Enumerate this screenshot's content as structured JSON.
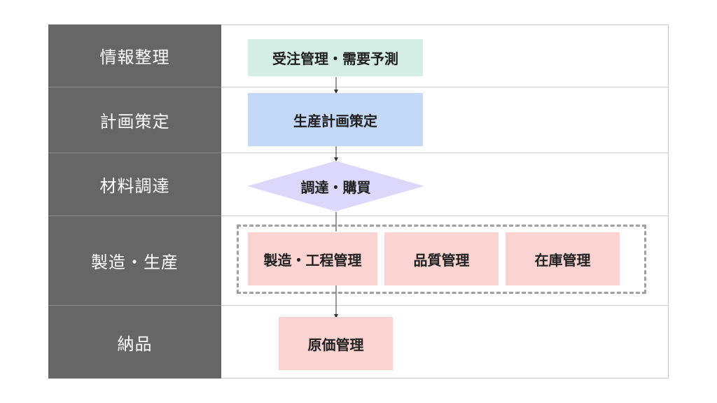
{
  "stages": [
    {
      "label": "情報整理"
    },
    {
      "label": "計画策定"
    },
    {
      "label": "材料調達"
    },
    {
      "label": "製造・生産"
    },
    {
      "label": "納品"
    }
  ],
  "process": {
    "order_demand": "受注管理・需要予測",
    "production_planning": "生産計画策定",
    "procurement": "調達・購買",
    "manufacturing_group": [
      "製造・工程管理",
      "品質管理",
      "在庫管理"
    ],
    "cost_management": "原価管理"
  },
  "colors": {
    "stage_column": "#666666",
    "green_box": "#d5efe6",
    "blue_box": "#c4d9fa",
    "diamond": "#dcd8fc",
    "pink_box": "#fbd4d1",
    "dashed_border": "#a0a0a0"
  }
}
